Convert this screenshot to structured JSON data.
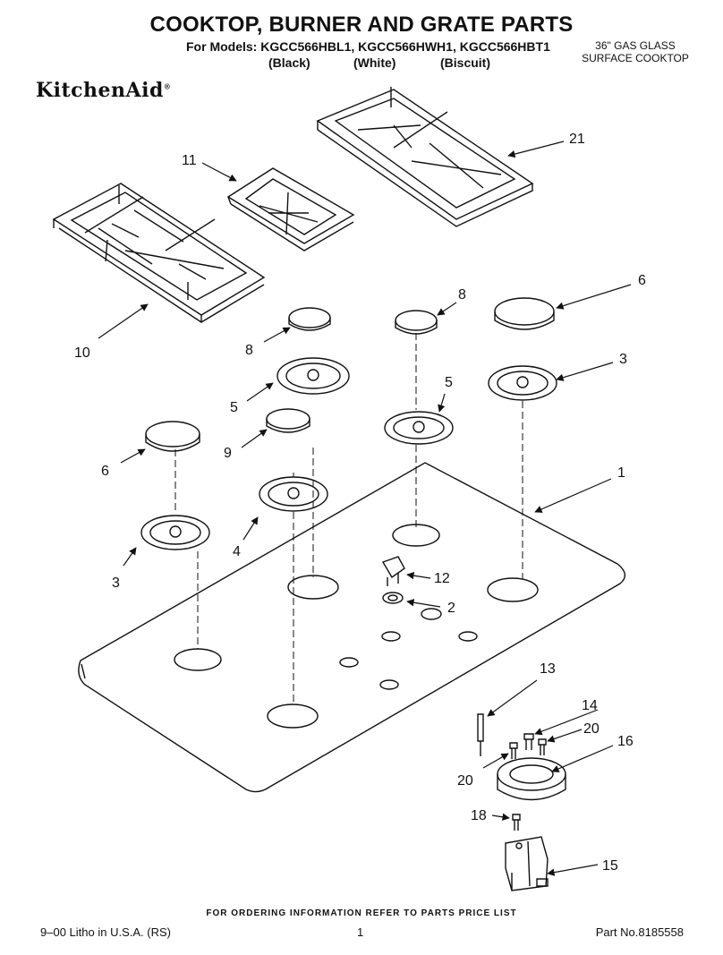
{
  "header": {
    "title": "COOKTOP, BURNER AND GRATE PARTS",
    "models_line": "For Models: KGCC566HBL1, KGCC566HWH1, KGCC566HBT1",
    "variants": [
      "(Black)",
      "(White)",
      "(Biscuit)"
    ],
    "description_lines": [
      "36\" GAS GLASS",
      "SURFACE COOKTOP"
    ],
    "brand": "KitchenAid"
  },
  "callouts": {
    "c21": "21",
    "c11": "11",
    "c10": "10",
    "c8a": "8",
    "c8b": "8",
    "c6a": "6",
    "c6b": "6",
    "c5a": "5",
    "c5b": "5",
    "c3a": "3",
    "c3b": "3",
    "c9": "9",
    "c4": "4",
    "c1": "1",
    "c12": "12",
    "c2": "2",
    "c13": "13",
    "c14": "14",
    "c20a": "20",
    "c20b": "20",
    "c16": "16",
    "c18": "18",
    "c15": "15"
  },
  "footer": {
    "ordering_note": "FOR ORDERING INFORMATION REFER TO PARTS PRICE LIST",
    "litho": "9–00 Litho in U.S.A. (RS)",
    "page_number": "1",
    "part_number": "Part No.8185558"
  }
}
